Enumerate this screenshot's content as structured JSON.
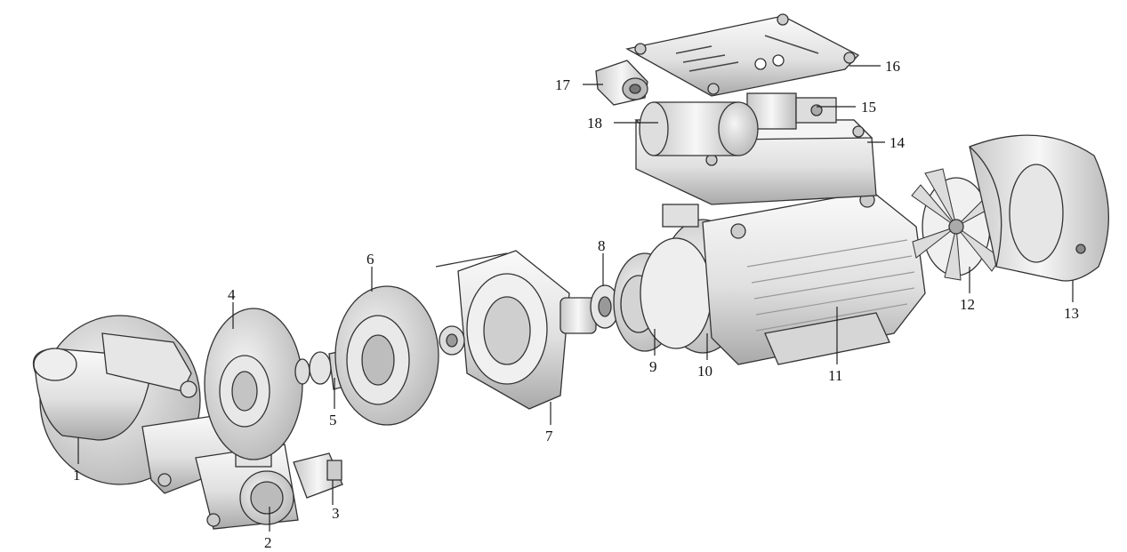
{
  "parts": [
    {
      "id": "1",
      "label": "1"
    },
    {
      "id": "2",
      "label": "2"
    },
    {
      "id": "3",
      "label": "3"
    },
    {
      "id": "4",
      "label": "4"
    },
    {
      "id": "5",
      "label": "5"
    },
    {
      "id": "6",
      "label": "6"
    },
    {
      "id": "7",
      "label": "7"
    },
    {
      "id": "8",
      "label": "8"
    },
    {
      "id": "9",
      "label": "9"
    },
    {
      "id": "10",
      "label": "10"
    },
    {
      "id": "11",
      "label": "11"
    },
    {
      "id": "12",
      "label": "12"
    },
    {
      "id": "13",
      "label": "13"
    },
    {
      "id": "14",
      "label": "14"
    },
    {
      "id": "15",
      "label": "15"
    },
    {
      "id": "16",
      "label": "16"
    },
    {
      "id": "17",
      "label": "17"
    },
    {
      "id": "18",
      "label": "18"
    }
  ],
  "colors": {
    "stroke": "#333333",
    "fill_light": "#f2f2f2",
    "fill_mid": "#d9d9d9",
    "fill_dark": "#a8a8a8"
  }
}
